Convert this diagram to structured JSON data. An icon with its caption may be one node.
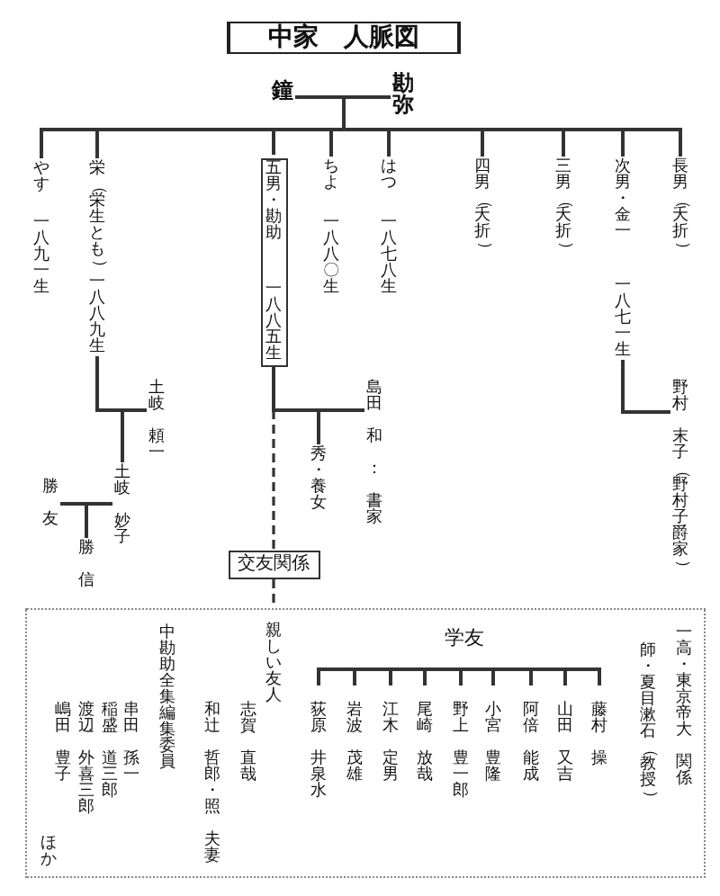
{
  "diagram": {
    "title": "中家　人脈図",
    "nodes": [
      {
        "text": [
          "勘弥"
        ]
      },
      {
        "text": [
          "鐘"
        ]
      },
      {
        "text": [
          "長男（夭折）"
        ]
      },
      {
        "text": [
          "次男・金一",
          "一八七一生"
        ]
      },
      {
        "text": [
          "三男（夭折）"
        ]
      },
      {
        "text": [
          "四男（夭折）"
        ]
      },
      {
        "text": [
          "はつ",
          "一八七八生"
        ]
      },
      {
        "text": [
          "ちよ",
          "一八八〇生"
        ]
      },
      {
        "text": [
          "五男・勘助",
          "一八八五生"
        ]
      },
      {
        "text": [
          "栄（栄生とも）一八八九生"
        ]
      },
      {
        "text": [
          "やす",
          "一八九一生"
        ]
      },
      {
        "text": [
          "野村末子（野村子爵家）"
        ]
      },
      {
        "text": [
          "島田和：書家"
        ]
      },
      {
        "text": [
          "秀・養女"
        ]
      },
      {
        "text": [
          "土岐頼一"
        ]
      },
      {
        "text": [
          "土岐妙子"
        ]
      },
      {
        "text": [
          "勝友"
        ]
      },
      {
        "text": [
          "勝信"
        ]
      },
      {
        "text": [
          "交友関係"
        ]
      },
      {
        "text": [
          "一高・東京帝大関係",
          "師・夏目漱石（教授）",
          "学友",
          "藤村操",
          "山田又吉",
          "阿倍能成",
          "小宮豊隆",
          "野上豊一郎",
          "尾崎放哉",
          "江木定男",
          "岩波茂雄",
          "荻原井泉水",
          "親しい友人",
          "志賀直哉",
          "和辻哲郎・照夫妻",
          "中勘助全集編集委員",
          "串田孫一",
          "稲盛道三郎",
          "渡辺外喜三郎",
          "嶋田豊子",
          "ほか"
        ]
      }
    ],
    "edges": [
      {
        "from": 0,
        "to": 1,
        "arrow": "none"
      },
      {
        "from": 0,
        "to": 2,
        "arrow": "none"
      },
      {
        "from": 1,
        "to": 2,
        "arrow": "none"
      },
      {
        "from": 0,
        "to": 3,
        "arrow": "none"
      },
      {
        "from": 1,
        "to": 3,
        "arrow": "none"
      },
      {
        "from": 0,
        "to": 4,
        "arrow": "none"
      },
      {
        "from": 1,
        "to": 4,
        "arrow": "none"
      },
      {
        "from": 0,
        "to": 5,
        "arrow": "none"
      },
      {
        "from": 1,
        "to": 5,
        "arrow": "none"
      },
      {
        "from": 0,
        "to": 6,
        "arrow": "none"
      },
      {
        "from": 1,
        "to": 6,
        "arrow": "none"
      },
      {
        "from": 0,
        "to": 7,
        "arrow": "none"
      },
      {
        "from": 1,
        "to": 7,
        "arrow": "none"
      },
      {
        "from": 0,
        "to": 8,
        "arrow": "none"
      },
      {
        "from": 1,
        "to": 8,
        "arrow": "none"
      },
      {
        "from": 0,
        "to": 9,
        "arrow": "none"
      },
      {
        "from": 1,
        "to": 9,
        "arrow": "none"
      },
      {
        "from": 0,
        "to": 10,
        "arrow": "none"
      },
      {
        "from": 1,
        "to": 10,
        "arrow": "none"
      },
      {
        "from": 3,
        "to": 11,
        "arrow": "none"
      },
      {
        "from": 8,
        "to": 12,
        "arrow": "none"
      },
      {
        "from": 8,
        "to": 13,
        "arrow": "none"
      },
      {
        "from": 12,
        "to": 13,
        "arrow": "none"
      },
      {
        "from": 9,
        "to": 14,
        "arrow": "none"
      },
      {
        "from": 9,
        "to": 15,
        "arrow": "none"
      },
      {
        "from": 14,
        "to": 15,
        "arrow": "none"
      },
      {
        "from": 15,
        "to": 16,
        "arrow": "none"
      },
      {
        "from": 15,
        "to": 17,
        "arrow": "none"
      },
      {
        "from": 16,
        "to": 17,
        "arrow": "none"
      },
      {
        "from": 8,
        "to": 18,
        "arrow": "none",
        "style": "dashed"
      },
      {
        "from": 18,
        "to": 19,
        "arrow": "none",
        "style": "dashed"
      }
    ]
  }
}
